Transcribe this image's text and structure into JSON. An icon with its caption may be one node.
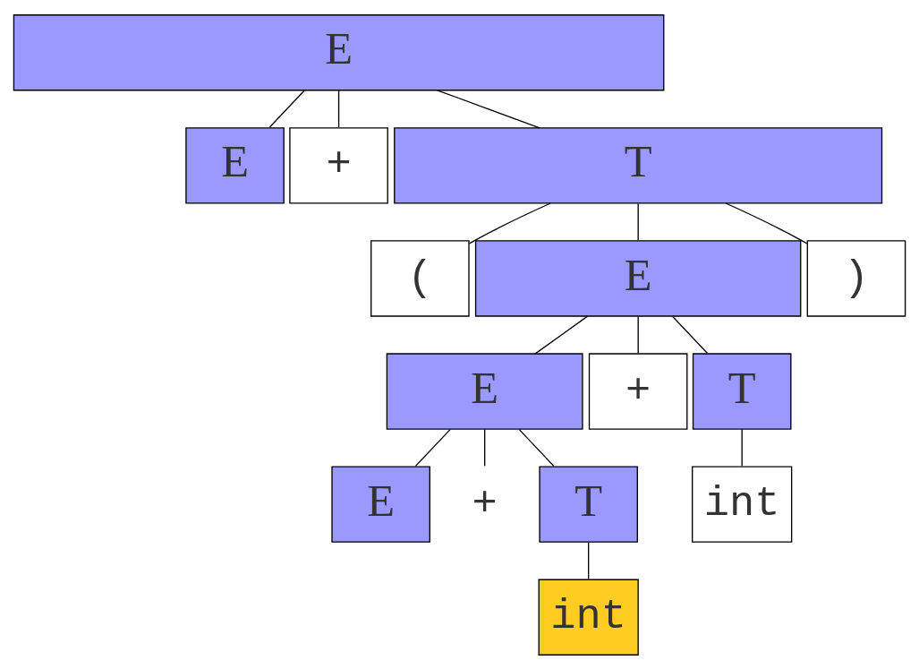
{
  "diagram": {
    "nodes": [
      {
        "text": [
          "E"
        ]
      },
      {
        "text": [
          "E"
        ]
      },
      {
        "text": [
          "+"
        ]
      },
      {
        "text": [
          "T"
        ]
      },
      {
        "text": [
          "("
        ]
      },
      {
        "text": [
          "E"
        ]
      },
      {
        "text": [
          ")"
        ]
      },
      {
        "text": [
          "E"
        ]
      },
      {
        "text": [
          "+"
        ]
      },
      {
        "text": [
          "T"
        ]
      },
      {
        "text": [
          "E"
        ]
      },
      {
        "text": [
          "+"
        ]
      },
      {
        "text": [
          "T"
        ]
      },
      {
        "text": [
          "int"
        ]
      },
      {
        "text": [
          "int"
        ]
      }
    ],
    "edges": [
      {
        "from": 0,
        "to": 1,
        "arrow": "none"
      },
      {
        "from": 0,
        "to": 2,
        "arrow": "none"
      },
      {
        "from": 0,
        "to": 3,
        "arrow": "none"
      },
      {
        "from": 3,
        "to": 4,
        "arrow": "none"
      },
      {
        "from": 3,
        "to": 5,
        "arrow": "none"
      },
      {
        "from": 3,
        "to": 6,
        "arrow": "none"
      },
      {
        "from": 5,
        "to": 7,
        "arrow": "none"
      },
      {
        "from": 5,
        "to": 8,
        "arrow": "none"
      },
      {
        "from": 5,
        "to": 9,
        "arrow": "none"
      },
      {
        "from": 7,
        "to": 10,
        "arrow": "none"
      },
      {
        "from": 7,
        "to": 11,
        "arrow": "none"
      },
      {
        "from": 7,
        "to": 12,
        "arrow": "none"
      },
      {
        "from": 9,
        "to": 13,
        "arrow": "none"
      },
      {
        "from": 12,
        "to": 14,
        "arrow": "none"
      }
    ]
  }
}
